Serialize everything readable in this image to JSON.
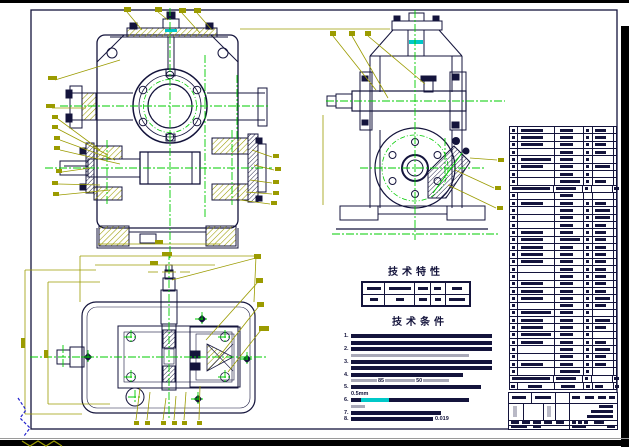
{
  "drawing": {
    "type": "cad-assembly-drawing",
    "subject": "worm-gear-reducer",
    "views": [
      "front-section-view",
      "side-view",
      "plan-view"
    ]
  },
  "colors": {
    "line_ink": "#14143c",
    "centerline_green": "#00cc00",
    "dimension_olive": "#9b9b00",
    "highlight_cyan": "#00c8c8",
    "corner_blue": "#2222cc",
    "background": "#ffffff",
    "screen_bar_black": "#000000"
  },
  "tech_properties": {
    "title": "技术特性",
    "table": {
      "cols": 5,
      "rows": 2,
      "row_bar_widths": [
        [
          14,
          22,
          10,
          7,
          10
        ],
        [
          8,
          8,
          8,
          6,
          16
        ]
      ]
    }
  },
  "tech_conditions": {
    "title": "技术条件",
    "lines": [
      {
        "num": "1.",
        "w": 141
      },
      {
        "w": 141
      },
      {
        "num": "2.",
        "w": 141
      },
      {
        "note": true,
        "w": 118
      },
      {
        "num": "3.",
        "w": 141
      },
      {
        "w": 141
      },
      {
        "num": "4.",
        "w": 112
      },
      {
        "note": true,
        "frags": [
          "85",
          "50"
        ],
        "segs": [
          26,
          30,
          26
        ],
        "w": 0
      },
      {
        "num": "5.",
        "w": 130
      },
      {
        "text": "0.5mm"
      },
      {
        "num": "6.",
        "w": 118,
        "hl": [
          10,
          28
        ]
      },
      {
        "note": true,
        "w": 14
      },
      {
        "num": "7.",
        "w": 90
      },
      {
        "num": "8.",
        "w": 82,
        "tail": "0.019"
      }
    ]
  },
  "bom": {
    "columns": [
      "seq",
      "code",
      "name",
      "qty",
      "material",
      "note"
    ],
    "row_count": 36,
    "rows": [
      "cnqm",
      "cnqm",
      "cnqm",
      "nqm",
      "Cnq",
      "cnqM",
      "nq",
      "Nqm",
      "W",
      "n",
      "cnqm",
      "nqM",
      "nqM",
      "nqm",
      "cnqm",
      "cNqm",
      "cnqm",
      "cnqm",
      "cnqm",
      "nqm",
      "nqm",
      "cnqm",
      "cnqm",
      "cnqM",
      "nqm",
      "Cnq",
      "cnqM",
      "cnqm",
      "Cnq",
      "cnqm",
      "nqM",
      "nqm",
      "cnqm",
      "Nq",
      "W",
      "H"
    ]
  }
}
